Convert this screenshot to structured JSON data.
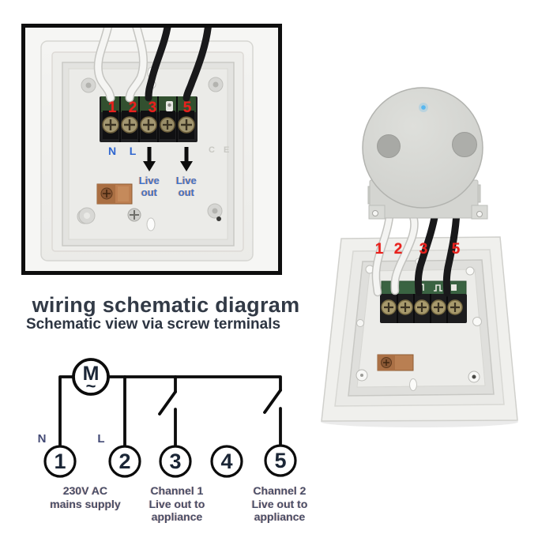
{
  "left_photo": {
    "numbers": [
      "1",
      "2",
      "3",
      "5"
    ],
    "n": "N",
    "l": "L",
    "live_out": "Live\nout",
    "ce": "C E"
  },
  "right_photo": {
    "numbers": [
      "1",
      "2",
      "3",
      "5"
    ]
  },
  "schematic": {
    "title": "wiring schematic diagram",
    "subtitle": "Schematic view via screw terminals",
    "motor": "M",
    "motor_wave": "~",
    "n": "N",
    "l": "L",
    "numbers": [
      "1",
      "2",
      "3",
      "4",
      "5"
    ],
    "captions": {
      "mains": "230V AC\nmains supply",
      "channel1": "Channel 1\nLive out to\nappliance",
      "channel2": "Channel 2\nLive out to\nappliance"
    }
  },
  "colors": {
    "red_label": "#e8211d",
    "blue_label": "#2f66cf",
    "schematic_line": "#0c0c0c",
    "schematic_text": "#474d68",
    "title_text": "#323a46",
    "pcb_green": "#3a6342",
    "brass": "#a89a6d",
    "copper": "#b97f52",
    "led_blue": "#57b7f0"
  }
}
